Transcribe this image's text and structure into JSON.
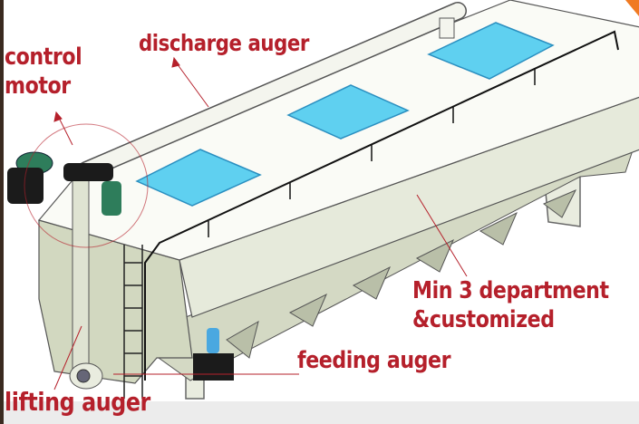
{
  "labels": {
    "control_motor_line1": "control",
    "control_motor_line2": "motor",
    "discharge_auger": "discharge auger",
    "departments_line1": "Min 3 department",
    "departments_line2": "&customized",
    "feeding_auger": "feeding auger",
    "lifting_auger": "lifting auger"
  },
  "colors": {
    "label_text": "#b5202b",
    "panel": "#5fd0f0",
    "body": "#e4e8d6",
    "motor": "#2e7d5b",
    "corner_accent": "#f07a22"
  }
}
